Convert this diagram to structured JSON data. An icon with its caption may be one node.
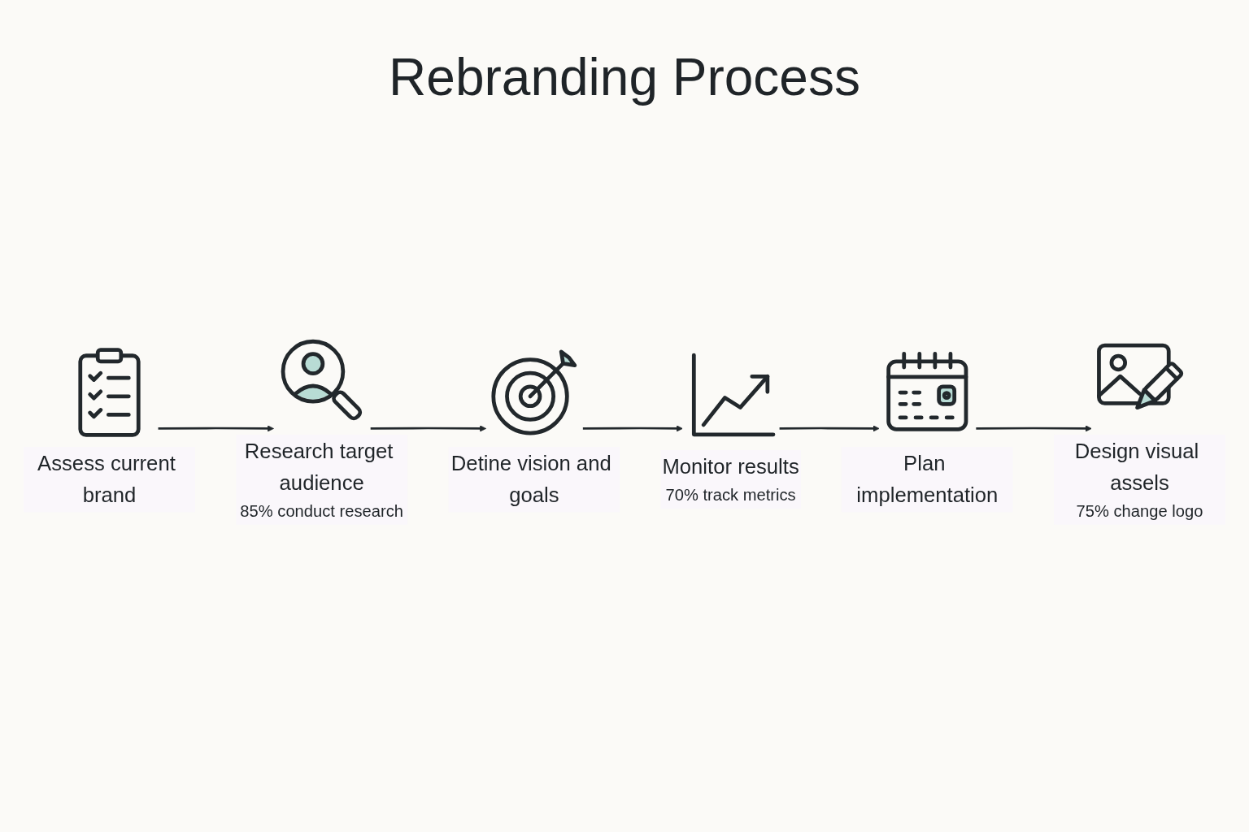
{
  "diagram": {
    "title": "Rebranding Process",
    "nodes": [
      {
        "text": [
          "Assess current brand"
        ]
      },
      {
        "text": [
          "Research target audience",
          "85% conduct research"
        ]
      },
      {
        "text": [
          "Detine vision and goals"
        ]
      },
      {
        "text": [
          "Design visual assels",
          "75% change logo"
        ]
      },
      {
        "text": [
          "Plan implementation"
        ]
      },
      {
        "text": [
          "Monitor results",
          "70% track metrics"
        ]
      }
    ],
    "edges": [
      {
        "from": 0,
        "to": 1,
        "arrow": "to"
      },
      {
        "from": 1,
        "to": 2,
        "arrow": "to"
      },
      {
        "from": 2,
        "to": 5,
        "arrow": "to"
      },
      {
        "from": 5,
        "to": 4,
        "arrow": "to"
      },
      {
        "from": 4,
        "to": 3,
        "arrow": "to"
      }
    ]
  }
}
